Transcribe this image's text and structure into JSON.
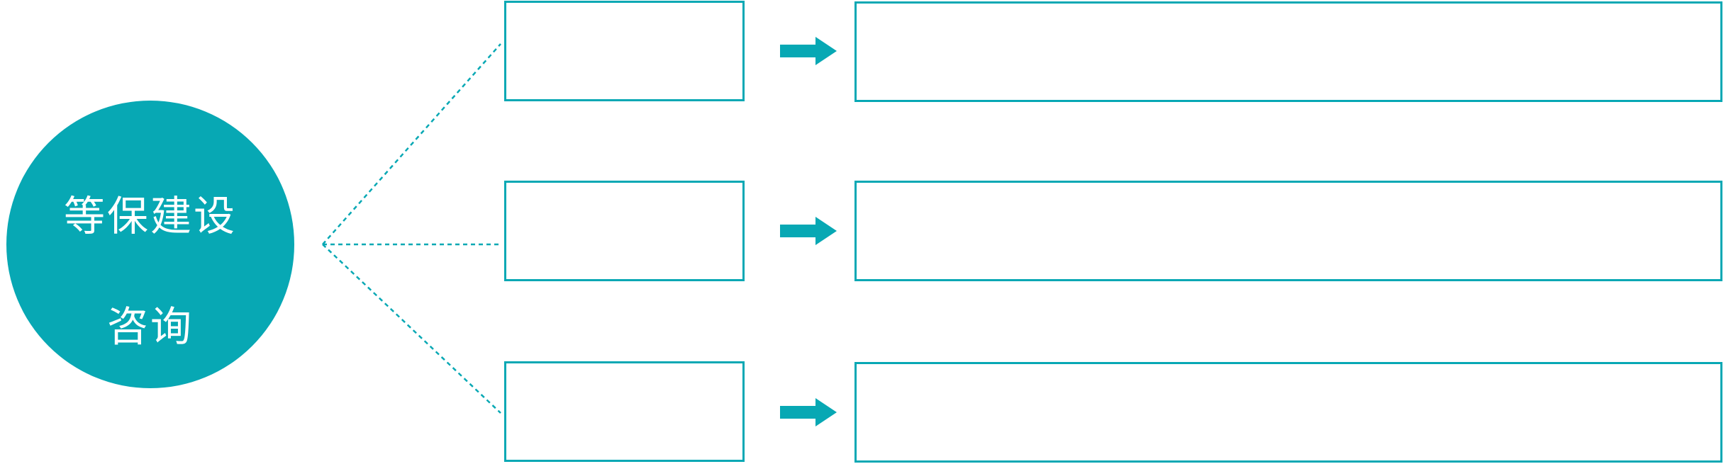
{
  "page": {
    "background_color": "#FFFFFF",
    "accent_color": "#07A8B4"
  },
  "hub": {
    "shape": "circle",
    "label": "等保建设咨询",
    "lines": [
      "等保建设",
      "咨询"
    ],
    "fill_color": "#07A8B4",
    "text_color": "#FFFFFF"
  },
  "connectors": {
    "style": "dotted",
    "color": "#07A8B4",
    "count": 3
  },
  "icons": {
    "flow_arrow": "arrow-right"
  },
  "rows": [
    {
      "step_label": "",
      "detail_label": ""
    },
    {
      "step_label": "",
      "detail_label": ""
    },
    {
      "step_label": "",
      "detail_label": ""
    }
  ]
}
